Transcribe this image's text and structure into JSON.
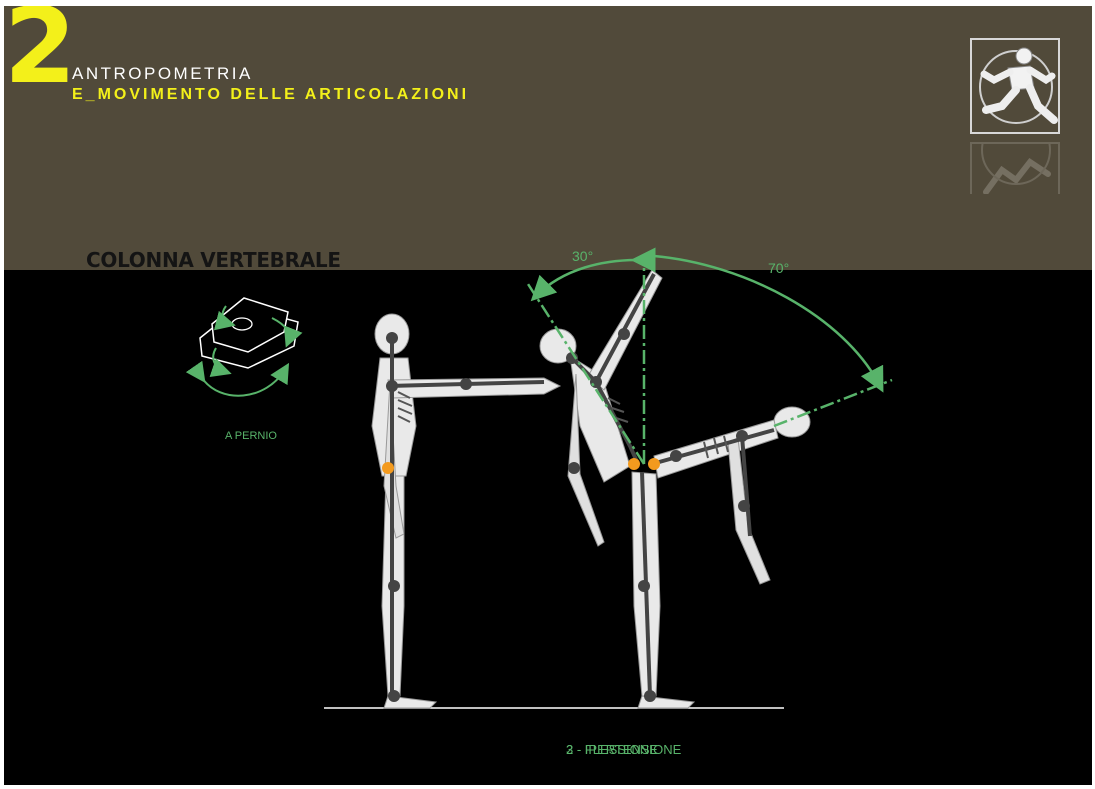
{
  "header": {
    "chapter_number": "2",
    "section_title": "ANTROPOMETRIA",
    "section_subtitle": "E_MOVIMENTO DELLE ARTICOLAZIONI",
    "logo_icon": "running-figure-icon"
  },
  "content": {
    "topic_title": "COLONNA VERTEBRALE",
    "pivot_label": "A PERNIO",
    "angles": {
      "extension": "30°",
      "flexion": "70°"
    },
    "captions": [
      "3 - IPERTENSIONE",
      "2 - FLESSIONE"
    ]
  },
  "colors": {
    "header_band": "#514a3a",
    "accent_yellow": "#f3f01a",
    "annotation_green": "#58b36a",
    "joint_marker_orange": "#f39a1e",
    "figure_fill": "#e9e9e9",
    "skeleton_dark": "#444444"
  }
}
